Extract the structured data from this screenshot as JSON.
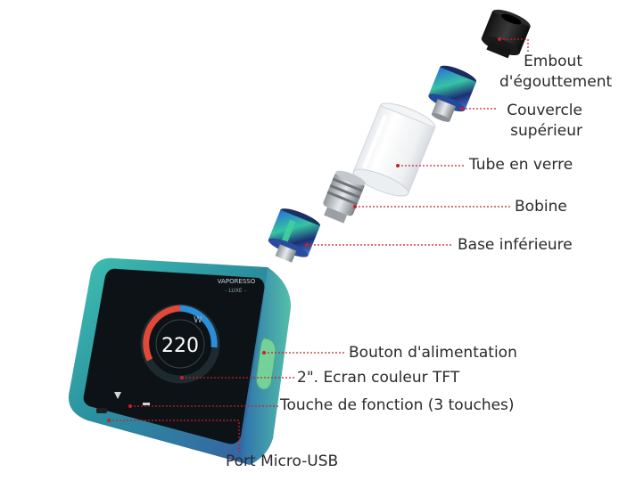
{
  "colors": {
    "leader": "#c8202a",
    "label_text": "#2a2a2a",
    "device_teal": "#2aa39a",
    "device_blue": "#2f5fa8",
    "screen_bg": "#0c1216",
    "screen_accent": "#e0493a"
  },
  "labels": {
    "drip_tip": [
      "Embout",
      "d'égouttement"
    ],
    "top_cap": [
      "Couvercle",
      "supérieur"
    ],
    "glass_tube": "Tube en verre",
    "coil": "Bobine",
    "bottom_base": "Base inférieure",
    "power_button": "Bouton d'alimentation",
    "tft_screen": "2\". Ecran couleur TFT",
    "function_keys": "Touche de fonction (3 touches)",
    "micro_usb": "Port Micro-USB"
  },
  "screen": {
    "brand": "VAPORESSO",
    "model": "- LUXE -",
    "wattage": "220",
    "unit": "W"
  }
}
